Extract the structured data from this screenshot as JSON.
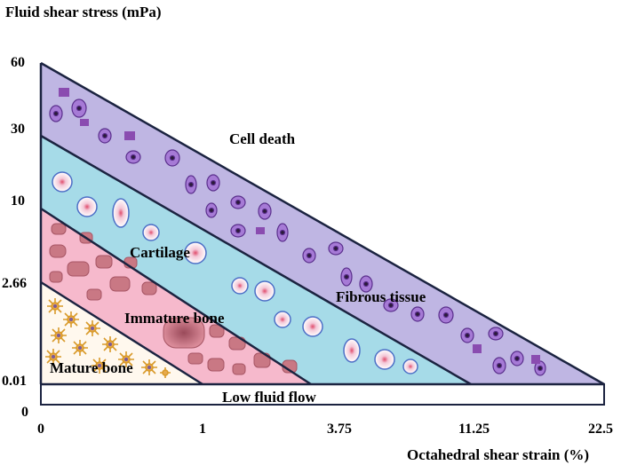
{
  "axes": {
    "y_title": "Fluid shear stress (mPa)",
    "x_title": "Octahedral shear strain (%)",
    "y_ticks": [
      "60",
      "30",
      "10",
      "2.66",
      "0.01",
      "0"
    ],
    "x_ticks": [
      "0",
      "1",
      "3.75",
      "11.25",
      "22.5"
    ]
  },
  "regions": {
    "cell_death": "Cell death",
    "fibrous_tissue": "Fibrous tissue",
    "cartilage": "Cartilage",
    "immature_bone": "Immature bone",
    "mature_bone": "Mature bone",
    "low_fluid_flow": "Low fluid flow"
  },
  "colors": {
    "cell_death": "#bfb6e3",
    "cartilage": "#a6dbe8",
    "immature_bone": "#f6b9cc",
    "mature_bone": "#fff8ee",
    "low_fluid_flow": "#ffffff",
    "outline": "#1b2340"
  }
}
